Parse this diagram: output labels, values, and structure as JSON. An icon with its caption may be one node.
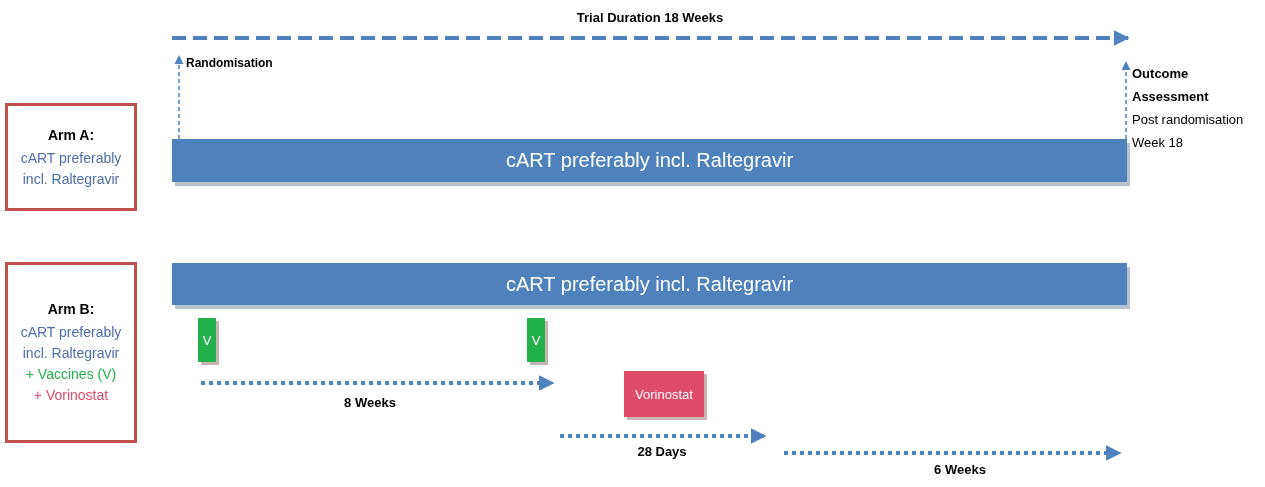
{
  "diagram": {
    "nodes": [
      {
        "text": [
          "Randomisation"
        ]
      },
      {
        "text": [
          "Outcome Assessment",
          "Post randomisation Week 18"
        ]
      },
      {
        "text": [
          "Arm A:",
          "cART preferably incl. Raltegravir"
        ]
      },
      {
        "text": [
          "cART preferably incl. Raltegravir"
        ]
      },
      {
        "text": [
          "Arm B:",
          "cART preferably incl. Raltegravir",
          "+ Vaccines (V)",
          "+ Vorinostat"
        ]
      },
      {
        "text": [
          "cART preferably incl. Raltegravir"
        ]
      },
      {
        "text": [
          "V"
        ]
      },
      {
        "text": [
          "V"
        ]
      },
      {
        "text": [
          "Vorinostat"
        ]
      }
    ],
    "edges": [
      {
        "from": 3,
        "to": 0,
        "arrow": "to",
        "style": "dashed"
      },
      {
        "from": 3,
        "to": 1,
        "arrow": "to",
        "style": "dashed"
      }
    ],
    "labels": [
      "Trial Duration 18 Weeks",
      "8 Weeks",
      "28 Days",
      "6 Weeks"
    ]
  }
}
